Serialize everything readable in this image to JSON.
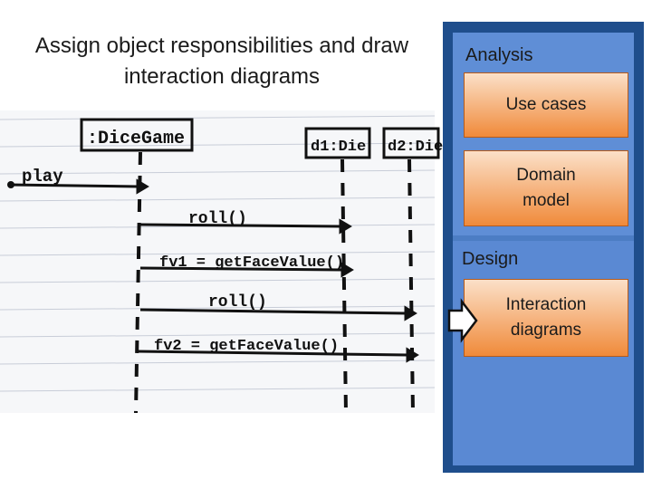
{
  "slide": {
    "title": "Assign object responsibilities and draw interaction diagrams"
  },
  "sketch": {
    "lifelines": [
      ":DiceGame",
      "d1:Die",
      "d2:Die"
    ],
    "messages": [
      "play",
      "roll()",
      "fv1 = getFaceValue()",
      "roll()",
      "fv2 = getFaceValue()"
    ]
  },
  "panel": {
    "analysis_label": "Analysis",
    "use_cases": "Use cases",
    "domain_model": "Domain\nmodel",
    "design_label": "Design",
    "interaction_diagrams": "Interaction\ndiagrams"
  },
  "colors": {
    "panel_border": "#1f4e8c",
    "panel_fill": "#5f8ed6",
    "box_orange": "#f08a3a"
  }
}
